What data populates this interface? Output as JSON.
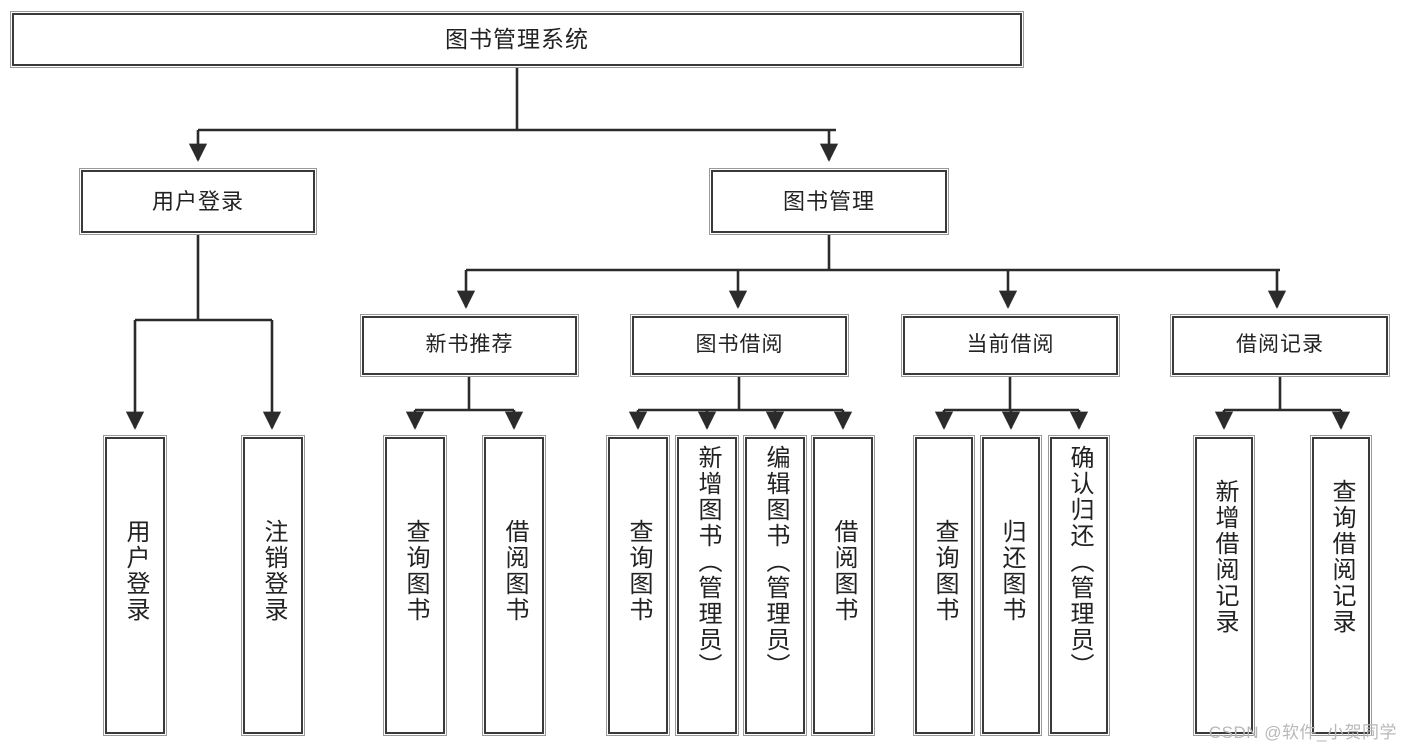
{
  "diagram": {
    "title": "图书管理系统",
    "type": "tree",
    "watermark": "CSDN @软件_小贺同学",
    "colors": {
      "box_border": "#3a3a3a",
      "box_fill": "#ffffff",
      "connector": "#2b2b2b",
      "text": "#222222",
      "watermark": "#b8b8b8"
    },
    "levels": [
      {
        "level": 1,
        "nodes": [
          {
            "id": "root",
            "label": "图书管理系统",
            "orientation": "horizontal"
          }
        ]
      },
      {
        "level": 2,
        "nodes": [
          {
            "id": "user-login",
            "label": "用户登录",
            "orientation": "horizontal",
            "parent": "root"
          },
          {
            "id": "book-manage",
            "label": "图书管理",
            "orientation": "horizontal",
            "parent": "root"
          }
        ]
      },
      {
        "level": 3,
        "nodes": [
          {
            "id": "new-book-rec",
            "label": "新书推荐",
            "orientation": "horizontal",
            "parent": "book-manage"
          },
          {
            "id": "book-borrow",
            "label": "图书借阅",
            "orientation": "horizontal",
            "parent": "book-manage"
          },
          {
            "id": "current-borrow",
            "label": "当前借阅",
            "orientation": "horizontal",
            "parent": "book-manage"
          },
          {
            "id": "borrow-record",
            "label": "借阅记录",
            "orientation": "horizontal",
            "parent": "book-manage"
          }
        ]
      },
      {
        "level": 4,
        "nodes": [
          {
            "id": "leaf-user-login",
            "label": "用户登录",
            "orientation": "vertical",
            "parent": "user-login"
          },
          {
            "id": "leaf-user-logout",
            "label": "注销登录",
            "orientation": "vertical",
            "parent": "user-login"
          },
          {
            "id": "leaf-rec-query",
            "label": "查询图书",
            "orientation": "vertical",
            "parent": "new-book-rec"
          },
          {
            "id": "leaf-rec-borrow",
            "label": "借阅图书",
            "orientation": "vertical",
            "parent": "new-book-rec"
          },
          {
            "id": "leaf-borrow-query",
            "label": "查询图书",
            "orientation": "vertical",
            "parent": "book-borrow"
          },
          {
            "id": "leaf-borrow-add",
            "label": "新增图书（管理员）",
            "orientation": "vertical",
            "parent": "book-borrow"
          },
          {
            "id": "leaf-borrow-edit",
            "label": "编辑图书（管理员）",
            "orientation": "vertical",
            "parent": "book-borrow"
          },
          {
            "id": "leaf-borrow-lend",
            "label": "借阅图书",
            "orientation": "vertical",
            "parent": "book-borrow"
          },
          {
            "id": "leaf-cur-query",
            "label": "查询图书",
            "orientation": "vertical",
            "parent": "current-borrow"
          },
          {
            "id": "leaf-cur-return",
            "label": "归还图书",
            "orientation": "vertical",
            "parent": "current-borrow"
          },
          {
            "id": "leaf-cur-confirm",
            "label": "确认归还（管理员）",
            "orientation": "vertical",
            "parent": "current-borrow"
          },
          {
            "id": "leaf-rec-add",
            "label": "新增借阅记录",
            "orientation": "vertical",
            "parent": "borrow-record"
          },
          {
            "id": "leaf-rec-search",
            "label": "查询借阅记录",
            "orientation": "vertical",
            "parent": "borrow-record"
          }
        ]
      }
    ]
  }
}
